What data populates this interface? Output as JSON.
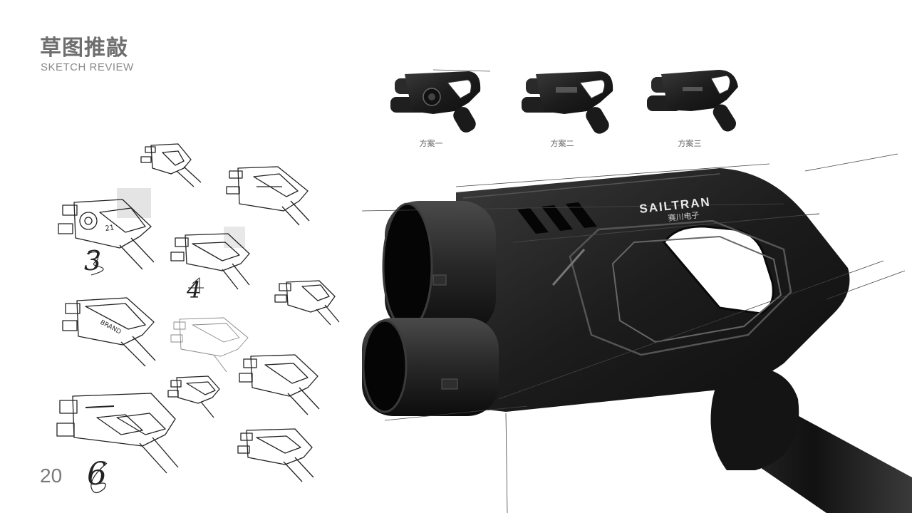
{
  "slide": {
    "title_cn": "草图推敲",
    "title_en": "SKETCH REVIEW",
    "page_number": "20"
  },
  "variants": [
    {
      "label": "方案一"
    },
    {
      "label": "方案二"
    },
    {
      "label": "方案三"
    }
  ],
  "sketch_numbers": [
    "3",
    "4",
    "6"
  ],
  "sketch_labels": {
    "brand_a": "21",
    "brand_b": "BRAND"
  },
  "render": {
    "brand_en": "SAILTRAN",
    "brand_cn": "赛川电子"
  }
}
